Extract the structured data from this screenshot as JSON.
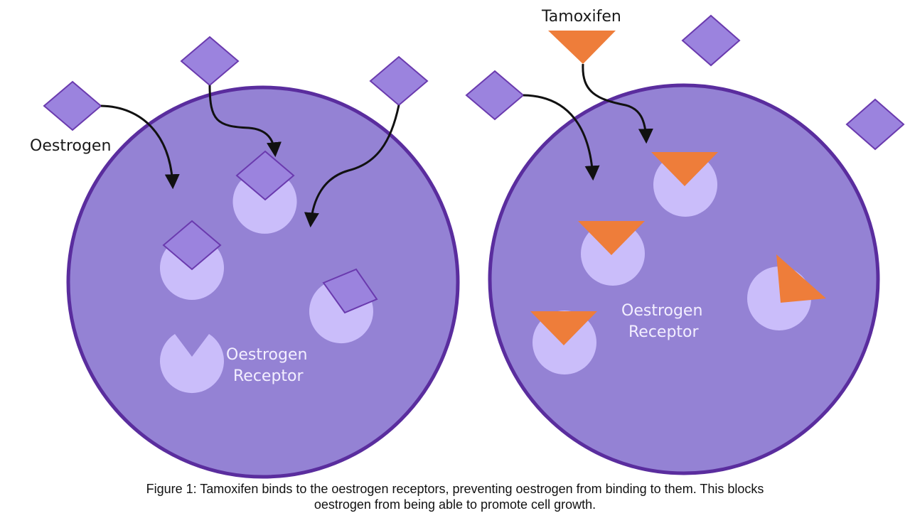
{
  "labels": {
    "oestrogen": "Oestrogen",
    "tamoxifen": "Tamoxifen",
    "receptor_left": [
      "Oestrogen",
      "Receptor"
    ],
    "receptor_right": [
      "Oestrogen",
      "Receptor"
    ]
  },
  "caption": {
    "line1": "Figure 1: Tamoxifen binds to the oestrogen receptors, preventing oestrogen from binding to them. This blocks",
    "line2": "oestrogen from being able to promote cell growth."
  },
  "colors": {
    "cell_fill": "#9482d4",
    "cell_border": "#5a2d9e",
    "receptor_fill": "#cabdfa",
    "oestrogen_fill": "#9b83de",
    "oestrogen_border": "#6a3aae",
    "tamoxifen_fill": "#ee7d3a",
    "arrow": "#111111"
  },
  "icons": {
    "oestrogen_molecule": "purple-diamond",
    "tamoxifen_molecule": "orange-triangle",
    "receptor": "notched-circle"
  }
}
